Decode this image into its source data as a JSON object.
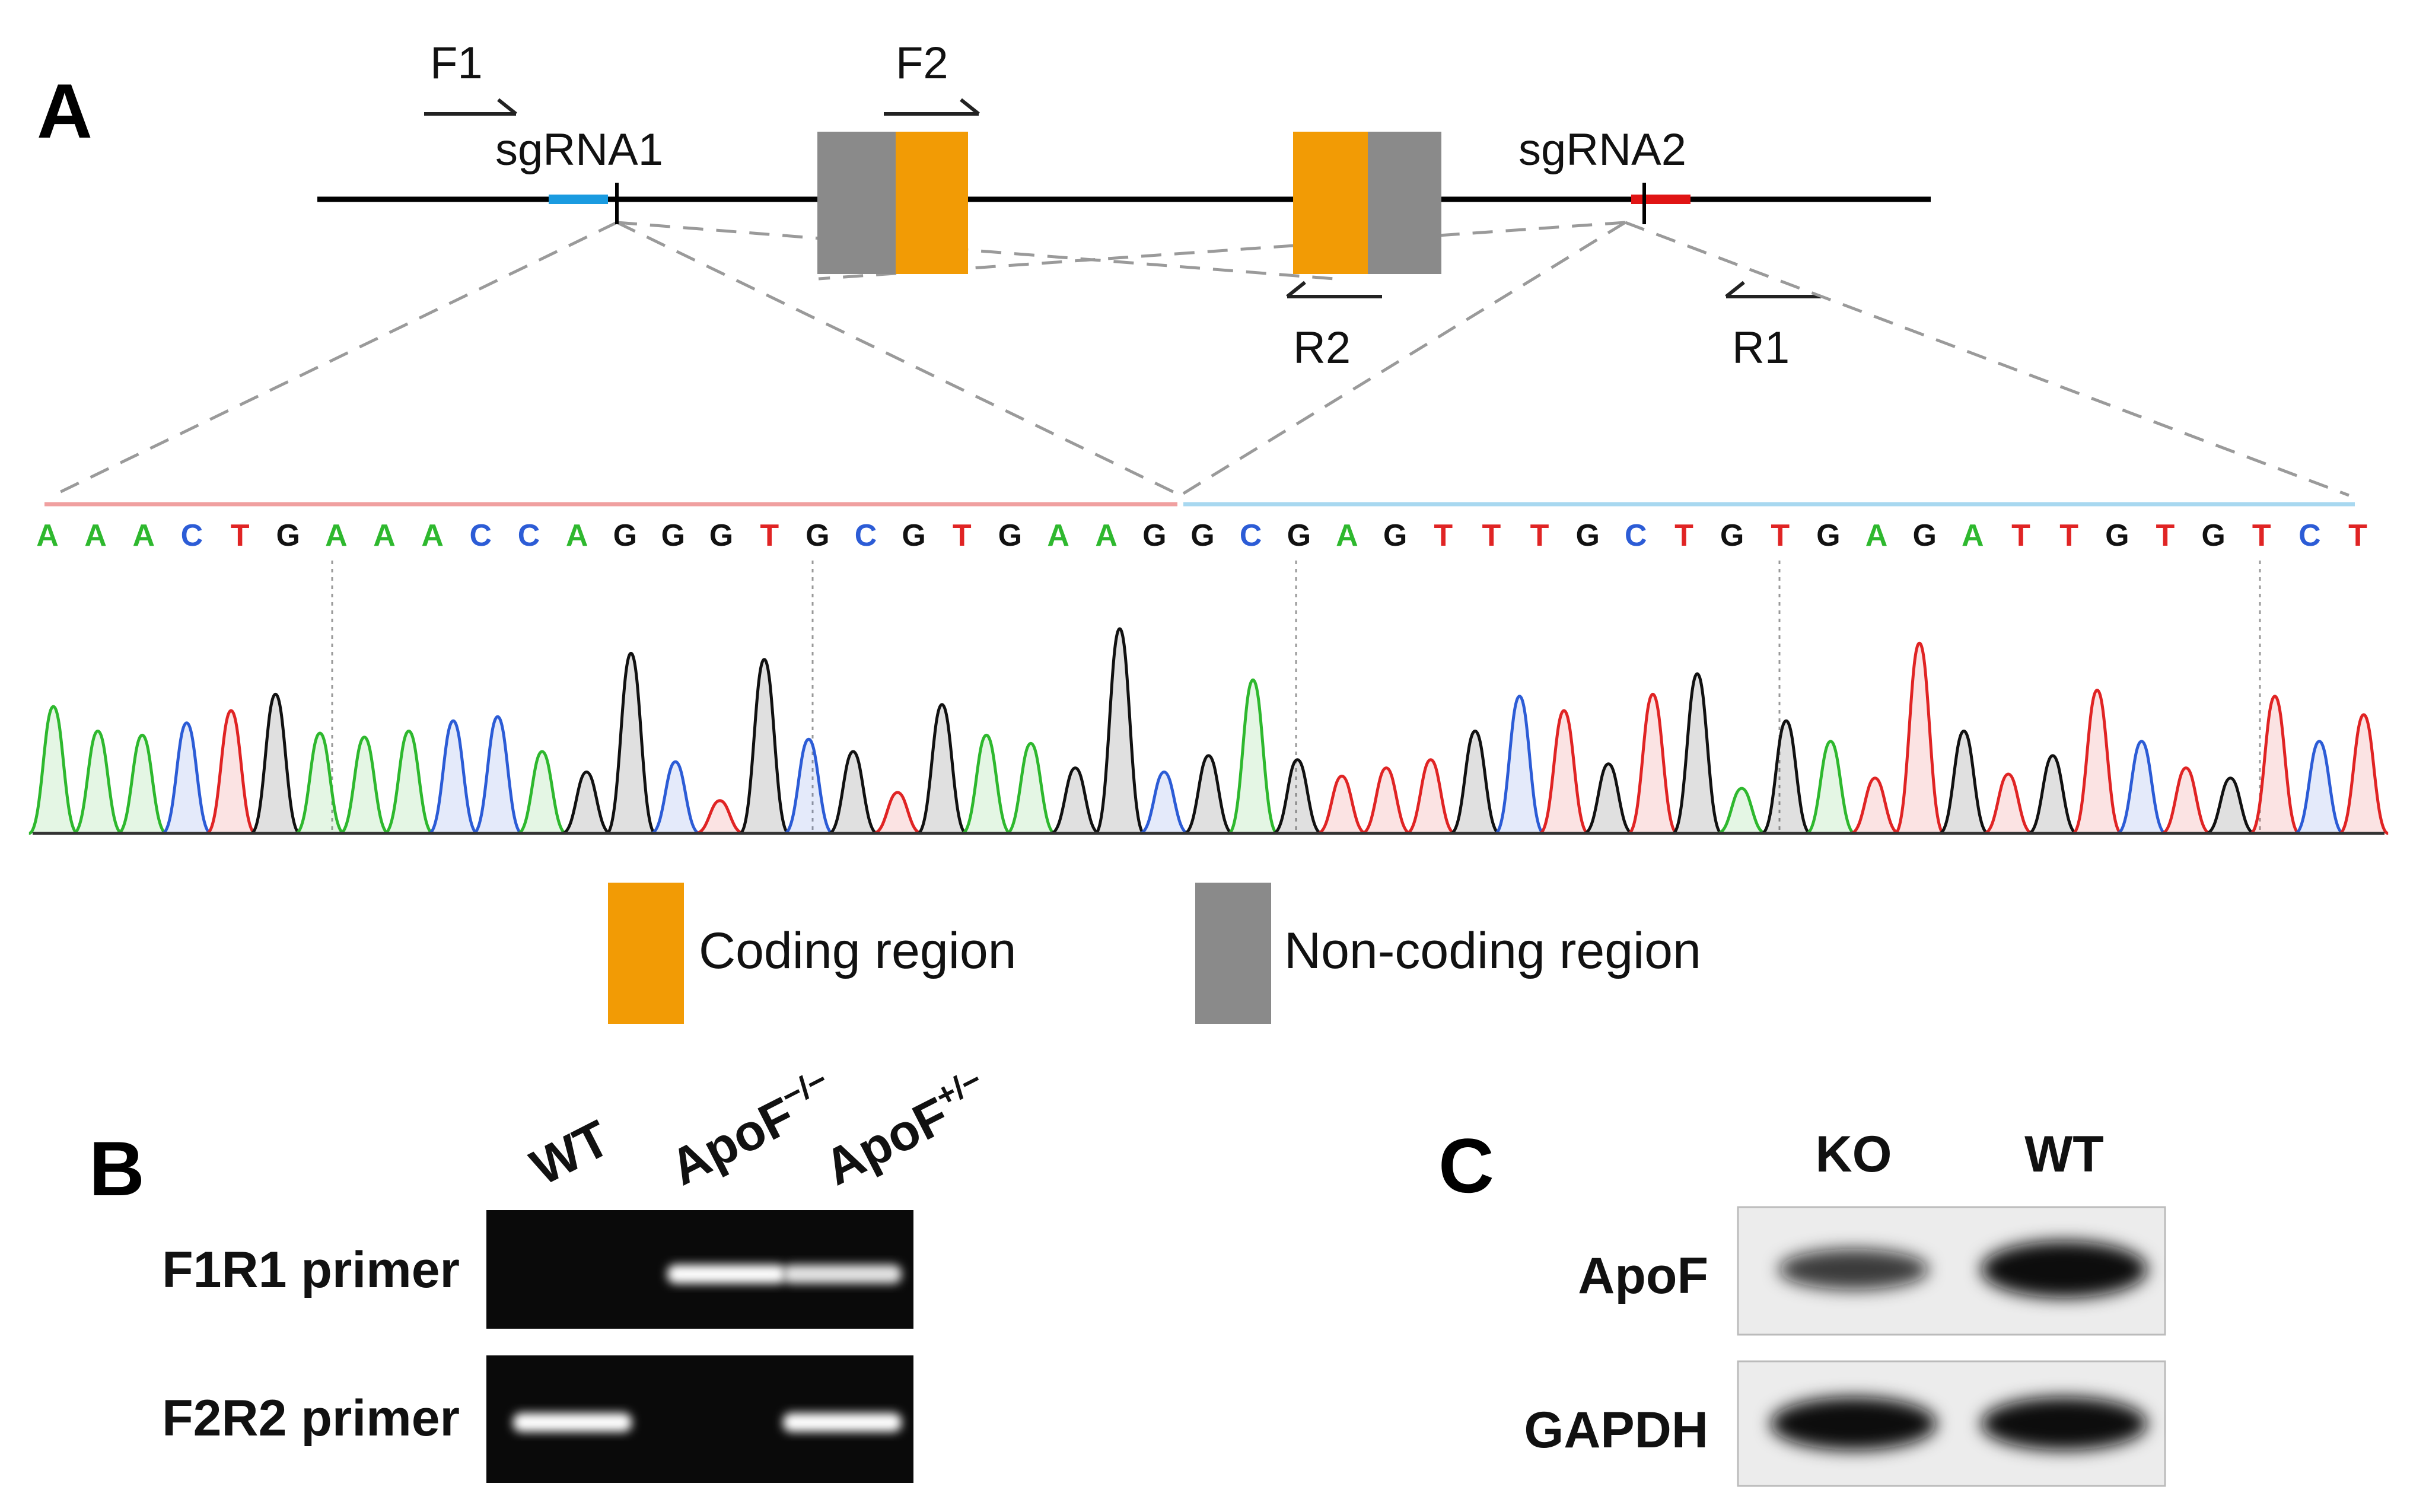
{
  "panels": {
    "a": "A",
    "b": "B",
    "c": "C"
  },
  "gene_map": {
    "primers": {
      "f1": "F1",
      "f2": "F2",
      "r1": "R1",
      "r2": "R2"
    },
    "sgrna1": "sgRNA1",
    "sgrna2": "sgRNA2"
  },
  "sequence": {
    "bases": [
      "A",
      "A",
      "A",
      "C",
      "T",
      "G",
      "A",
      "A",
      "A",
      "C",
      "C",
      "A",
      "G",
      "G",
      "G",
      "T",
      "G",
      "C",
      "G",
      "T",
      "G",
      "A",
      "A",
      "G",
      "G",
      "C",
      "G",
      "A",
      "G",
      "T",
      "T",
      "T",
      "G",
      "C",
      "T",
      "G",
      "T",
      "G",
      "A",
      "G",
      "A",
      "T",
      "T",
      "G",
      "T",
      "G",
      "T",
      "C",
      "T"
    ],
    "peak_heights": [
      0.62,
      0.5,
      0.48,
      0.54,
      0.6,
      0.68,
      0.49,
      0.47,
      0.5,
      0.55,
      0.57,
      0.4,
      0.3,
      0.88,
      0.35,
      0.16,
      0.85,
      0.46,
      0.4,
      0.2,
      0.63,
      0.48,
      0.44,
      0.32,
      1.0,
      0.3,
      0.38,
      0.75,
      0.36,
      0.28,
      0.32,
      0.36,
      0.5,
      0.67,
      0.6,
      0.34,
      0.68,
      0.78,
      0.22,
      0.55,
      0.45,
      0.27,
      0.93,
      0.5,
      0.29,
      0.38,
      0.7,
      0.45,
      0.32,
      0.27,
      0.67,
      0.45,
      0.58
    ]
  },
  "colors": {
    "A": "#2eb82e",
    "C": "#2c5cd6",
    "G": "#111111",
    "T": "#e02424",
    "coding": "#f29b05",
    "noncoding": "#8a8a8a",
    "sgrna1": "#1a9be0",
    "sgrna2": "#e01414"
  },
  "legend": {
    "coding": "Coding region",
    "noncoding": "Non-coding region"
  },
  "gel": {
    "lanes": [
      "WT",
      "ApoF",
      "ApoF"
    ],
    "lane_superscripts": [
      "",
      "−/−",
      "+/−"
    ],
    "rows": [
      {
        "label": "F1R1 primer",
        "bands": [
          0,
          1,
          0.8
        ]
      },
      {
        "label": "F2R2 primer",
        "bands": [
          1,
          0,
          1
        ]
      }
    ]
  },
  "western": {
    "lanes": [
      "KO",
      "WT"
    ],
    "rows": [
      {
        "label": "ApoF",
        "bands": [
          0.55,
          1
        ]
      },
      {
        "label": "GAPDH",
        "bands": [
          1,
          1
        ]
      }
    ]
  }
}
